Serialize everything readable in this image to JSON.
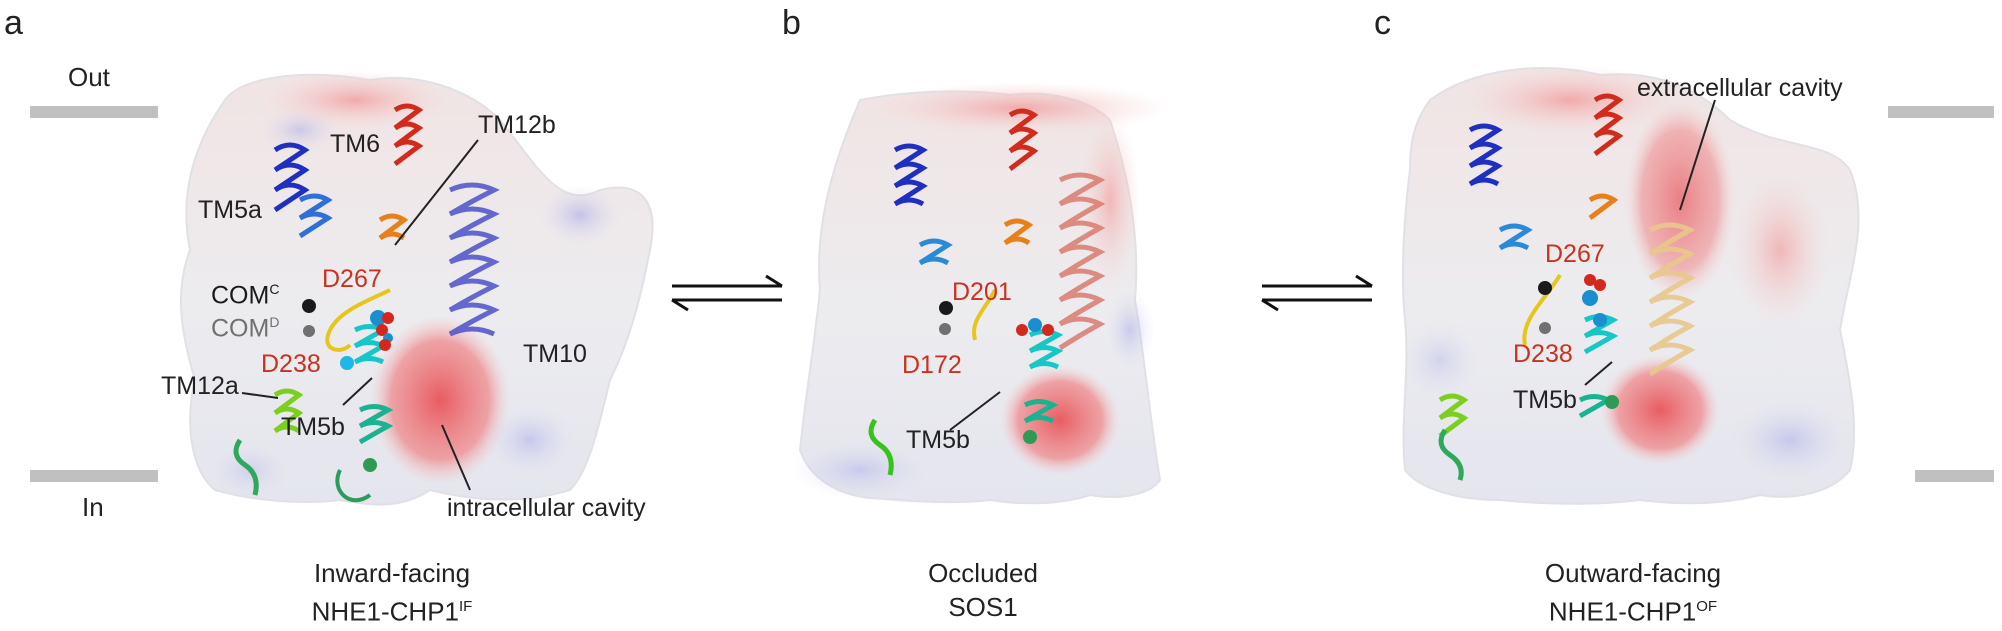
{
  "panels": [
    {
      "letter": "a",
      "labels": {
        "out": "Out",
        "in": "In",
        "tm6": "TM6",
        "tm5a": "TM5a",
        "tm12b": "TM12b",
        "tm10": "TM10",
        "tm12a": "TM12a",
        "tm5b": "TM5b",
        "res1": "D267",
        "res2": "D238",
        "com_c": "COM",
        "com_c_sup": "C",
        "com_d": "COM",
        "com_d_sup": "D",
        "cavity": "intracellular cavity"
      },
      "caption_line1": "Inward-facing",
      "caption_line2": "NHE1-CHP1",
      "caption_sup": "IF"
    },
    {
      "letter": "b",
      "labels": {
        "res1": "D201",
        "res2": "D172",
        "tm5b": "TM5b"
      },
      "caption_line1": "Occluded",
      "caption_line2": "SOS1"
    },
    {
      "letter": "c",
      "labels": {
        "cavity": "extracellular cavity",
        "res1": "D267",
        "res2": "D238",
        "tm5b": "TM5b"
      },
      "caption_line1": "Outward-facing",
      "caption_line2": "NHE1-CHP1",
      "caption_sup": "OF"
    }
  ],
  "colors": {
    "residue_label": "#c8321e",
    "membrane_bar": "#c0c0c0",
    "surface_acidic": "#e8696b",
    "surface_basic": "#8d8fe0",
    "com_c": "#1a1a1a",
    "com_d": "#707070"
  },
  "icons": [
    "equilibrium-arrows-icon",
    "equilibrium-arrows-icon"
  ]
}
